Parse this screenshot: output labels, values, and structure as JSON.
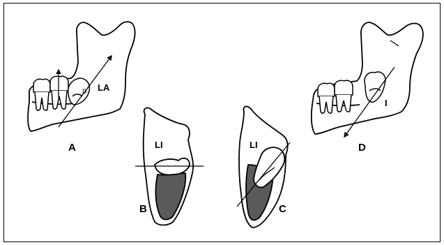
{
  "panels": {
    "a": {
      "label": "A",
      "region": "LA",
      "tooth": "D"
    },
    "b": {
      "label": "B",
      "region": "LI"
    },
    "c": {
      "label": "C",
      "region": "LI"
    },
    "d": {
      "label": "D",
      "region": "I"
    }
  },
  "colors": {
    "stroke": "#000000",
    "fill": "#ffffff",
    "pulp": "#5a5a5a",
    "frame": "#000000"
  }
}
